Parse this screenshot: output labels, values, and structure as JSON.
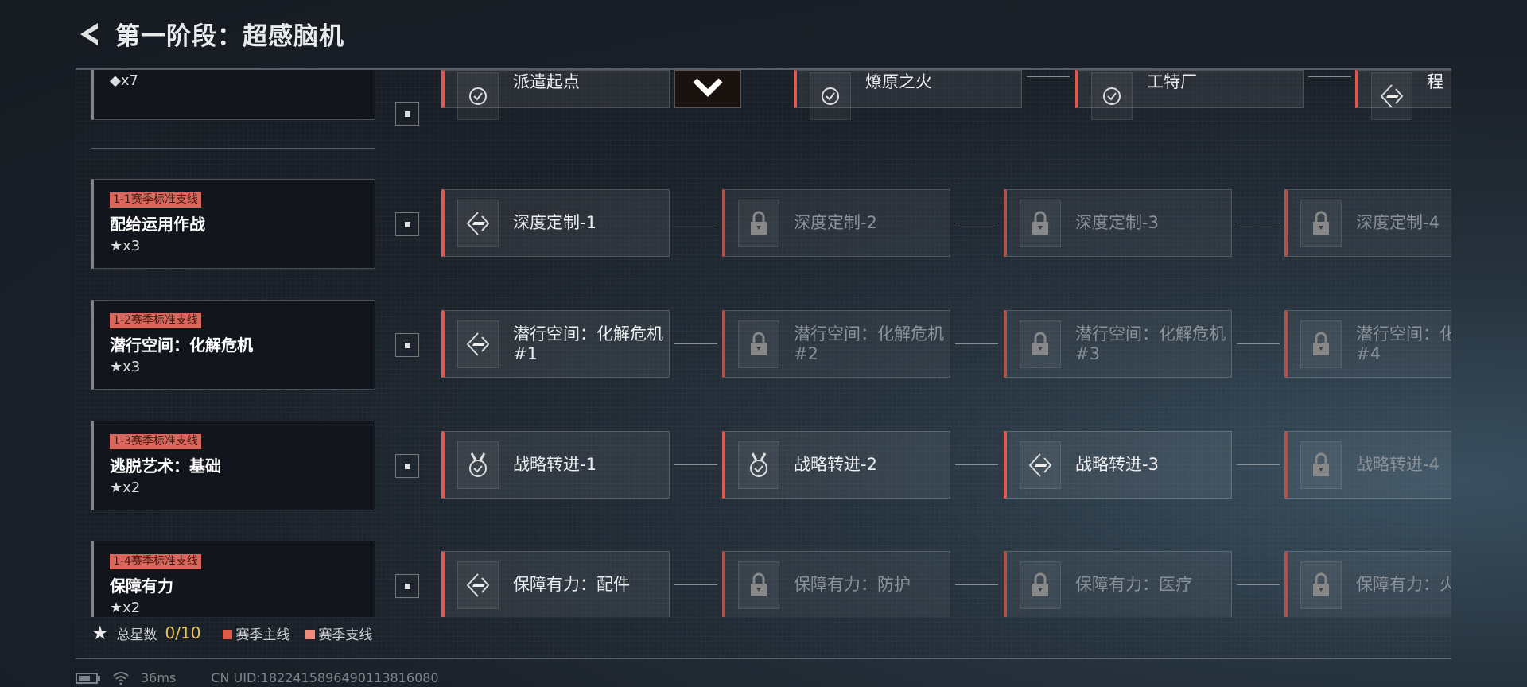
{
  "header": {
    "title": "第一阶段：超感脑机"
  },
  "colors": {
    "main_line": "#e05a4a",
    "branch_line": "#f08a7a",
    "stars": "#e8c45a"
  },
  "rows": [
    {
      "tag": "",
      "title": "主要目标：超感脑机",
      "stars": "◆x7",
      "nodes": [
        {
          "label": "派遣起点",
          "state": "completed",
          "icon": "check-circle-icon"
        },
        {
          "label": "",
          "state": "reward",
          "icon": "chevron-down-icon"
        },
        {
          "label": "燎原之火",
          "state": "completed",
          "icon": "check-circle-icon"
        },
        {
          "label": "工特厂",
          "state": "completed",
          "icon": "check-circle-icon"
        },
        {
          "label": "程",
          "state": "available",
          "icon": "diamond-icon"
        }
      ]
    },
    {
      "tag": "1-1赛季标准支线",
      "title": "配给运用作战",
      "stars": "★x3",
      "nodes": [
        {
          "label": "深度定制-1",
          "state": "available",
          "icon": "diamond-icon"
        },
        {
          "label": "深度定制-2",
          "state": "locked",
          "icon": "lock-icon"
        },
        {
          "label": "深度定制-3",
          "state": "locked",
          "icon": "lock-icon"
        },
        {
          "label": "深度定制-4",
          "state": "locked",
          "icon": "lock-icon"
        }
      ]
    },
    {
      "tag": "1-2赛季标准支线",
      "title": "潜行空间：化解危机",
      "stars": "★x3",
      "nodes": [
        {
          "label": "潜行空间：化解危机#1",
          "state": "available",
          "icon": "diamond-icon"
        },
        {
          "label": "潜行空间：化解危机#2",
          "state": "locked",
          "icon": "lock-icon"
        },
        {
          "label": "潜行空间：化解危机#3",
          "state": "locked",
          "icon": "lock-icon"
        },
        {
          "label": "潜行空间：化解危机#4",
          "state": "locked",
          "icon": "lock-icon"
        }
      ]
    },
    {
      "tag": "1-3赛季标准支线",
      "title": "逃脱艺术：基础",
      "stars": "★x2",
      "nodes": [
        {
          "label": "战略转进-1",
          "state": "completed",
          "icon": "medal-check-icon"
        },
        {
          "label": "战略转进-2",
          "state": "completed",
          "icon": "medal-check-icon"
        },
        {
          "label": "战略转进-3",
          "state": "available",
          "icon": "diamond-icon"
        },
        {
          "label": "战略转进-4",
          "state": "locked",
          "icon": "lock-icon"
        }
      ]
    },
    {
      "tag": "1-4赛季标准支线",
      "title": "保障有力",
      "stars": "★x2",
      "nodes": [
        {
          "label": "保障有力：配件",
          "state": "available",
          "icon": "diamond-icon"
        },
        {
          "label": "保障有力：防护",
          "state": "locked",
          "icon": "lock-icon"
        },
        {
          "label": "保障有力：医疗",
          "state": "locked",
          "icon": "lock-icon"
        },
        {
          "label": "保障有力：火",
          "state": "locked",
          "icon": "lock-icon"
        }
      ]
    }
  ],
  "footer": {
    "total_label": "总星数",
    "total_value": "0/10",
    "legend_main": "赛季主线",
    "legend_branch": "赛季支线"
  },
  "status": {
    "ping": "36ms",
    "uid": "CN UID:1822415896490113816080"
  }
}
